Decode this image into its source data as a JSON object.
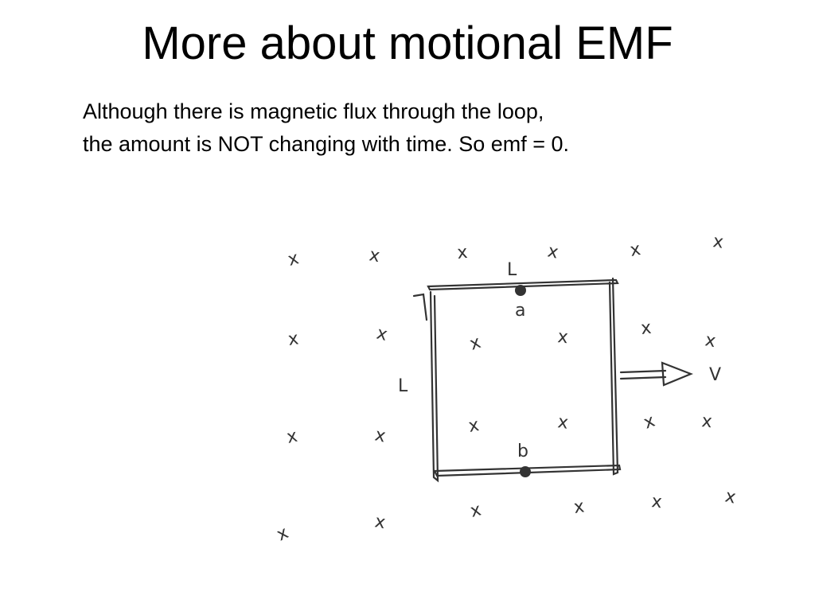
{
  "slide": {
    "title": "More about motional EMF",
    "text_line_1": "Although there is magnetic flux through the loop,",
    "text_line_2": "the amount is NOT changing with time. So emf = 0."
  },
  "figure": {
    "label_top_side": "L",
    "label_left_side": "L",
    "label_point_a": "a",
    "label_point_b": "b",
    "label_velocity": "V",
    "field_marker": "x"
  }
}
